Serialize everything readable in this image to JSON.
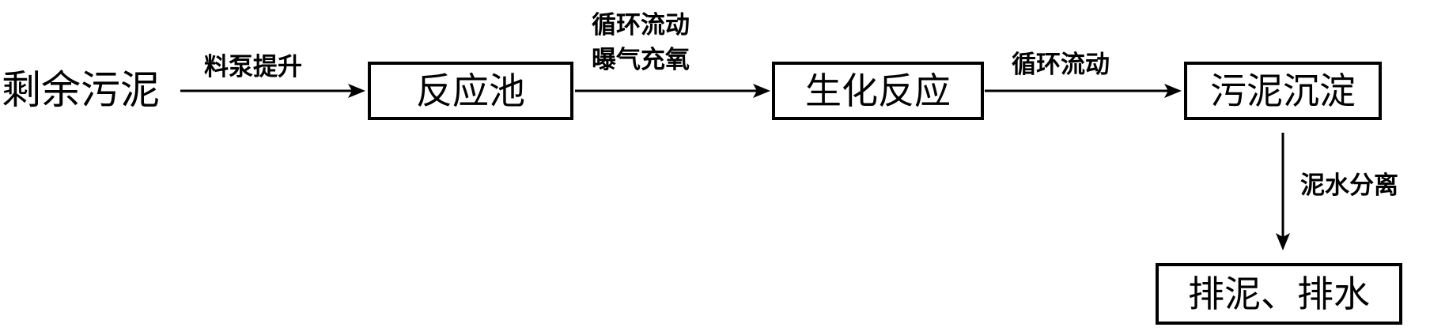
{
  "nodes": {
    "source": "剩余污泥",
    "reaction_tank": "反应池",
    "biochemical": "生化反应",
    "sedimentation": "污泥沉淀",
    "discharge": "排泥、排水"
  },
  "edges": {
    "pump_lift": "料泵提升",
    "cycle_flow_1": "循环流动",
    "aeration": "曝气充氧",
    "cycle_flow_2": "循环流动",
    "separation": "泥水分离"
  }
}
